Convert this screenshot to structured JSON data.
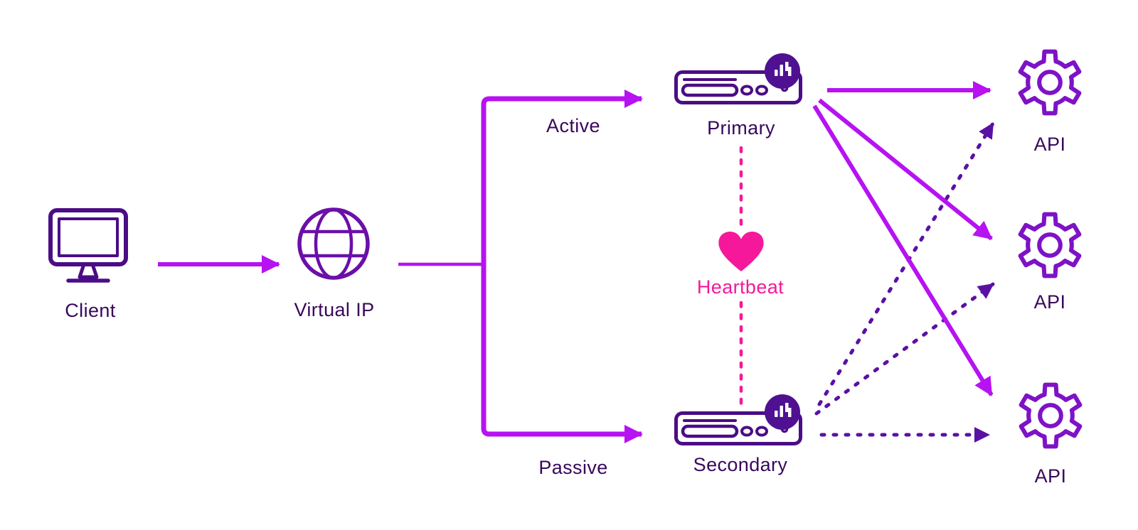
{
  "diagram": {
    "description": "Active-passive load balancer high availability topology",
    "nodes": {
      "client": {
        "label": "Client",
        "icon": "monitor-icon"
      },
      "virtual_ip": {
        "label": "Virtual IP",
        "icon": "globe-icon"
      },
      "primary": {
        "label": "Primary",
        "icon": "server-icon",
        "badge_icon": "bar-chart-logo-icon"
      },
      "secondary": {
        "label": "Secondary",
        "icon": "server-icon",
        "badge_icon": "bar-chart-logo-icon"
      },
      "api_top": {
        "label": "API",
        "icon": "gear-icon"
      },
      "api_middle": {
        "label": "API",
        "icon": "gear-icon"
      },
      "api_bottom": {
        "label": "API",
        "icon": "gear-icon"
      }
    },
    "edges": [
      {
        "from": "client",
        "to": "virtual_ip",
        "style": "solid",
        "label": ""
      },
      {
        "from": "virtual_ip",
        "to": "primary",
        "style": "solid",
        "label": "Active"
      },
      {
        "from": "virtual_ip",
        "to": "secondary",
        "style": "solid",
        "label": "Passive"
      },
      {
        "from": "primary",
        "to": "secondary",
        "style": "dotted",
        "label": "Heartbeat",
        "icon": "heart-icon"
      },
      {
        "from": "primary",
        "to": "api_top",
        "style": "solid",
        "label": ""
      },
      {
        "from": "primary",
        "to": "api_middle",
        "style": "solid",
        "label": ""
      },
      {
        "from": "primary",
        "to": "api_bottom",
        "style": "solid",
        "label": ""
      },
      {
        "from": "secondary",
        "to": "api_top",
        "style": "dashed",
        "label": ""
      },
      {
        "from": "secondary",
        "to": "api_middle",
        "style": "dashed",
        "label": ""
      },
      {
        "from": "secondary",
        "to": "api_bottom",
        "style": "dashed",
        "label": ""
      }
    ],
    "colors": {
      "flow_solid_magenta": "#B612F2",
      "flow_dashed_purple": "#5B10A4",
      "heartbeat_pink": "#F5189B",
      "icon_outline_dark": "#4B0D85",
      "gear_outline": "#7E12C6",
      "globe_outline": "#6A0FA8",
      "badge_fill": "#4F1191",
      "badge_glyph": "#FFFFFF",
      "label_text": "#38085C",
      "background": "#FFFFFF"
    }
  }
}
